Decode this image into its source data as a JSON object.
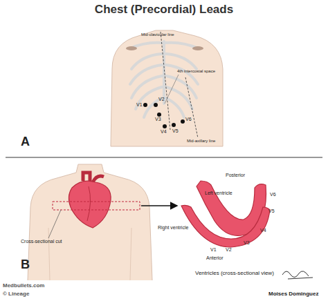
{
  "diagram": {
    "title": "Chest (Precordial) Leads",
    "labels": [
      "Mid-clavicular line",
      "4th intercostal space",
      "V1",
      "V2",
      "V3",
      "V4",
      "V5",
      "V6",
      "Mid-axillary line",
      "A",
      "B",
      "Cross-sectional cut",
      "Posterior",
      "Left ventricle",
      "V6",
      "V5",
      "V4",
      "V3",
      "V2",
      "V1",
      "Right ventricle",
      "Anterior",
      "Ventricles (cross-sectional view)",
      "Medbullets.com",
      "© Lineage",
      "Moises Dominguez"
    ]
  }
}
